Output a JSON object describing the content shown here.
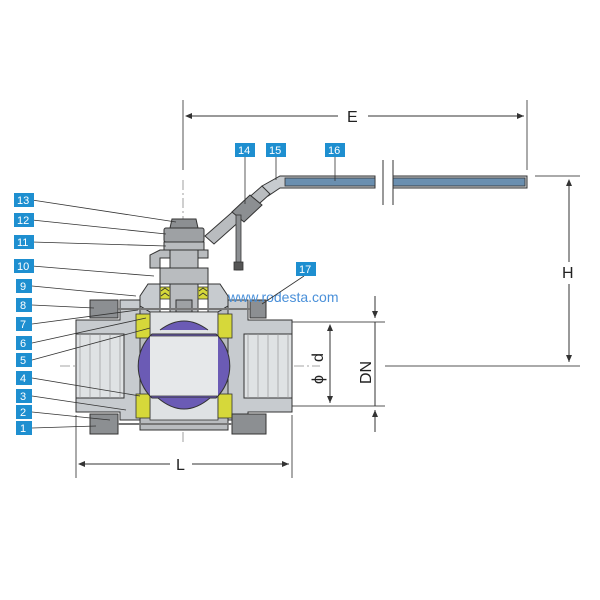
{
  "watermark": "www.rodesta.com",
  "dimensions": {
    "E": "E",
    "H": "H",
    "L": "L",
    "DN": "DN",
    "d": "d",
    "phi": "ϕ"
  },
  "colors": {
    "tag_bg": "#1e8fd0",
    "tag_text": "#ffffff",
    "body_grey": "#b9bcbf",
    "dark_grey": "#8c8f92",
    "ball": "#6b5bb5",
    "seat": "#d6d83a",
    "handle": "#6a8fb0"
  },
  "part_labels": [
    "1",
    "2",
    "3",
    "4",
    "5",
    "6",
    "7",
    "8",
    "9",
    "10",
    "11",
    "12",
    "13",
    "14",
    "15",
    "16",
    "17"
  ]
}
